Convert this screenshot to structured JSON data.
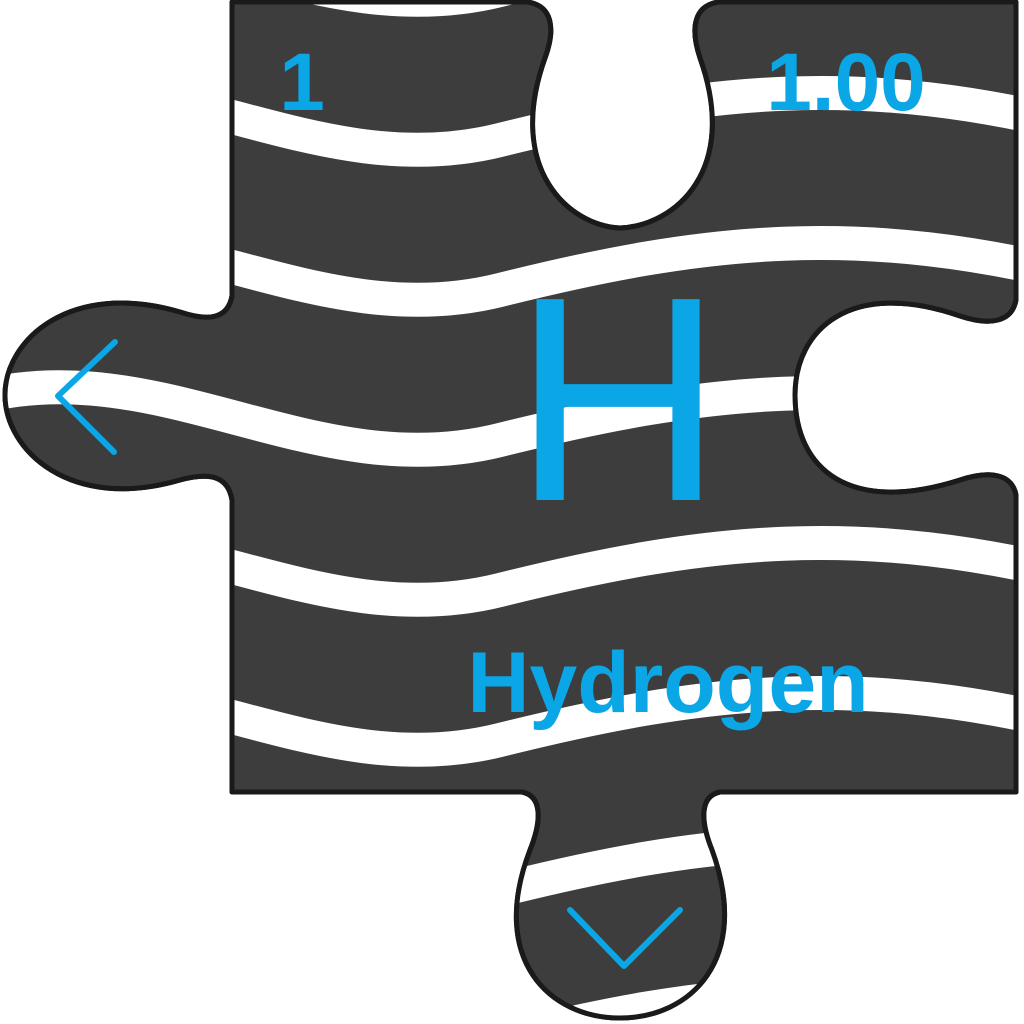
{
  "card": {
    "atomic_number": "1",
    "atomic_mass": "1.00",
    "symbol": "H",
    "name": "Hydrogen"
  },
  "colors": {
    "tile_fill": "#3d3d3d",
    "tile_outline": "#1a1a1a",
    "stripe": "#ffffff",
    "text_accent": "#0aa6e6",
    "background": "#ffffff"
  },
  "icons": {
    "left_nub": "chevron-left-icon",
    "bottom_nub": "checkmark-icon"
  }
}
